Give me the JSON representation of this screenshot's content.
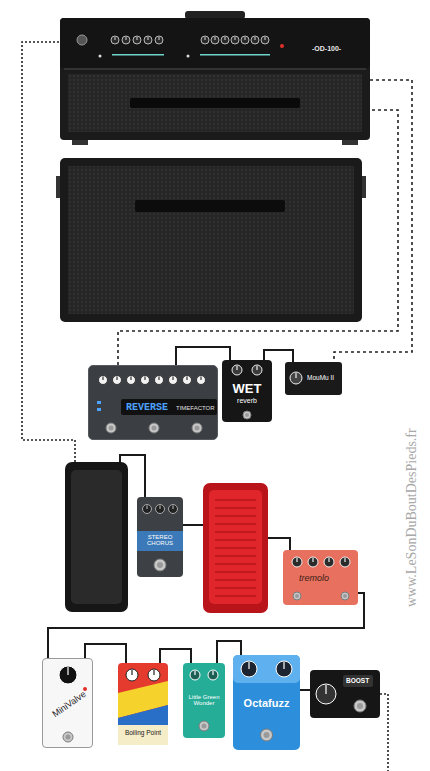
{
  "diagram": {
    "nodes": [
      {
        "text": [
          "-OD-100-"
        ]
      },
      {
        "text": [
          "REVERSE",
          "TIMEFACTOR"
        ]
      },
      {
        "text": [
          "WET",
          "reverb"
        ]
      },
      {
        "text": [
          "MouMu II"
        ]
      },
      {
        "text": [
          "STEREO CHORUS"
        ]
      },
      {
        "text": [
          "tremolo"
        ]
      },
      {
        "text": [
          "MiniValve"
        ]
      },
      {
        "text": [
          "Boiling Point"
        ]
      },
      {
        "text": [
          "Little Green Wonder"
        ]
      },
      {
        "text": [
          "Octafuzz"
        ]
      },
      {
        "text": [
          "BOOST"
        ]
      }
    ],
    "edges": [
      {
        "from": 10,
        "to": 9,
        "arrow": "none"
      },
      {
        "from": 9,
        "to": 8,
        "arrow": "none"
      },
      {
        "from": 8,
        "to": 7,
        "arrow": "none"
      },
      {
        "from": 7,
        "to": 6,
        "arrow": "none"
      },
      {
        "from": 6,
        "to": 5,
        "arrow": "none"
      },
      {
        "from": 0,
        "to": 3,
        "arrow": "none"
      },
      {
        "from": 3,
        "to": 2,
        "arrow": "none"
      },
      {
        "from": 2,
        "to": 1,
        "arrow": "none"
      },
      {
        "from": 1,
        "to": 0,
        "arrow": "none"
      }
    ],
    "labels": [
      "www.LeSonDuBoutDesPieds.fr"
    ]
  }
}
